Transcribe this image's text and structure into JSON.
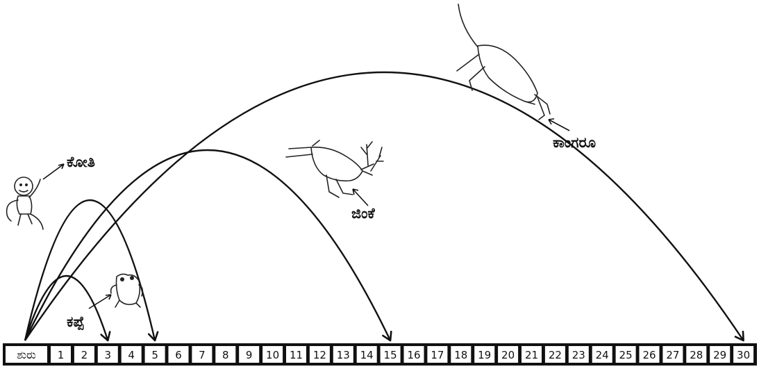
{
  "number_line": {
    "start_label": "ಶುರು",
    "cells": [
      "1",
      "2",
      "3",
      "4",
      "5",
      "6",
      "7",
      "8",
      "9",
      "10",
      "11",
      "12",
      "13",
      "14",
      "15",
      "16",
      "17",
      "18",
      "19",
      "20",
      "21",
      "22",
      "23",
      "24",
      "25",
      "26",
      "27",
      "28",
      "29",
      "30"
    ]
  },
  "jumps": [
    {
      "animal": "ಕಪ್ಪೆ",
      "icon": "frog-icon",
      "from": 0,
      "to": 3
    },
    {
      "animal": "ಕೋತಿ",
      "icon": "monkey-icon",
      "from": 0,
      "to": 5
    },
    {
      "animal": "ಜಿಂಕೆ",
      "icon": "deer-icon",
      "from": 0,
      "to": 15
    },
    {
      "animal": "ಕಾಂಗರೂ",
      "icon": "kangaroo-icon",
      "from": 0,
      "to": 30
    }
  ]
}
